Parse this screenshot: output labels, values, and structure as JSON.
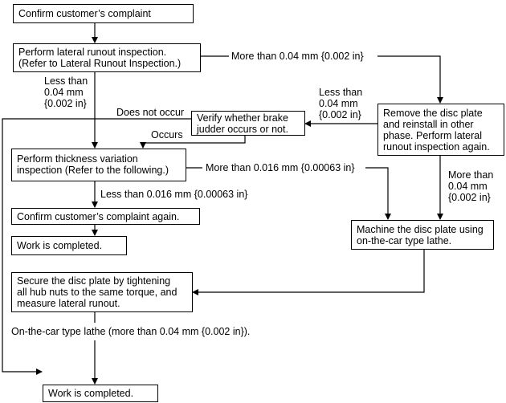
{
  "boxes": {
    "confirm_complaint": "Confirm customer’s complaint",
    "lateral_runout": [
      "Perform lateral runout inspection.",
      "(Refer to Lateral Runout Inspection.)"
    ],
    "remove_disc": [
      "Remove the disc plate",
      "and reinstall in other",
      "phase. Perform lateral",
      "runout inspection again."
    ],
    "verify_judder": [
      "Verify whether brake",
      "judder occurs or not."
    ],
    "thickness_variation": [
      "Perform thickness variation",
      "inspection (Refer to the following.)"
    ],
    "confirm_again": "Confirm customer’s complaint again.",
    "work_completed_1": "Work is completed.",
    "machine_disc": [
      "Machine the disc plate using",
      "on-the-car type lathe."
    ],
    "secure_disc": [
      "Secure the disc plate by tightening",
      "all hub nuts to the same torque, and",
      "measure lateral runout."
    ],
    "work_completed_2": "Work is completed."
  },
  "labels": {
    "more_004": "More than 0.04 mm {0.002 in}",
    "less_004_left": [
      "Less than",
      "0.04 mm",
      "{0.002 in}"
    ],
    "less_004_right": [
      "Less than",
      "0.04 mm",
      "{0.002 in}"
    ],
    "does_not_occur": "Does not occur",
    "occurs": "Occurs",
    "more_0016": "More than 0.016 mm {0.00063 in}",
    "less_0016": "Less than 0.016 mm {0.00063 in}",
    "more_004_right": [
      "More than",
      "0.04 mm",
      "{0.002 in}"
    ],
    "lathe_note": "On-the-car type lathe (more than 0.04 mm {0.002 in})."
  }
}
